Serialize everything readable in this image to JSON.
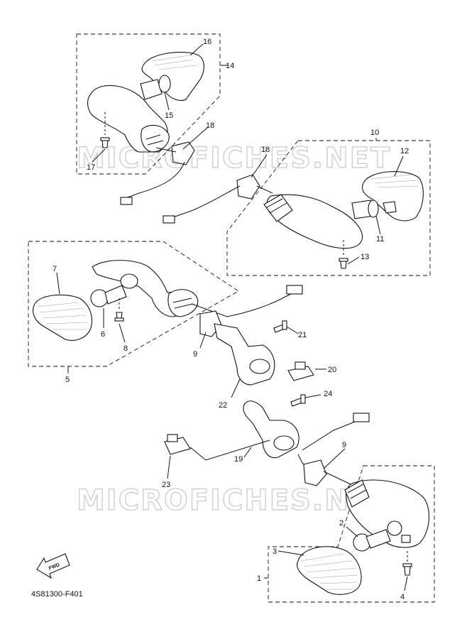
{
  "diagram": {
    "drawing_code": "4S81300-F401",
    "watermark": "MICROFICHES.NET",
    "fwd_label": "FWD",
    "callouts": {
      "c1": "1",
      "c2": "2",
      "c3": "3",
      "c4": "4",
      "c5": "5",
      "c6": "6",
      "c7": "7",
      "c8": "8",
      "c9a": "9",
      "c9b": "9",
      "c10": "10",
      "c11": "11",
      "c12": "12",
      "c13": "13",
      "c14": "14",
      "c15": "15",
      "c16": "16",
      "c17": "17",
      "c18a": "18",
      "c18b": "18",
      "c19": "19",
      "c20": "20",
      "c21": "21",
      "c22": "22",
      "c23": "23",
      "c24": "24"
    }
  }
}
